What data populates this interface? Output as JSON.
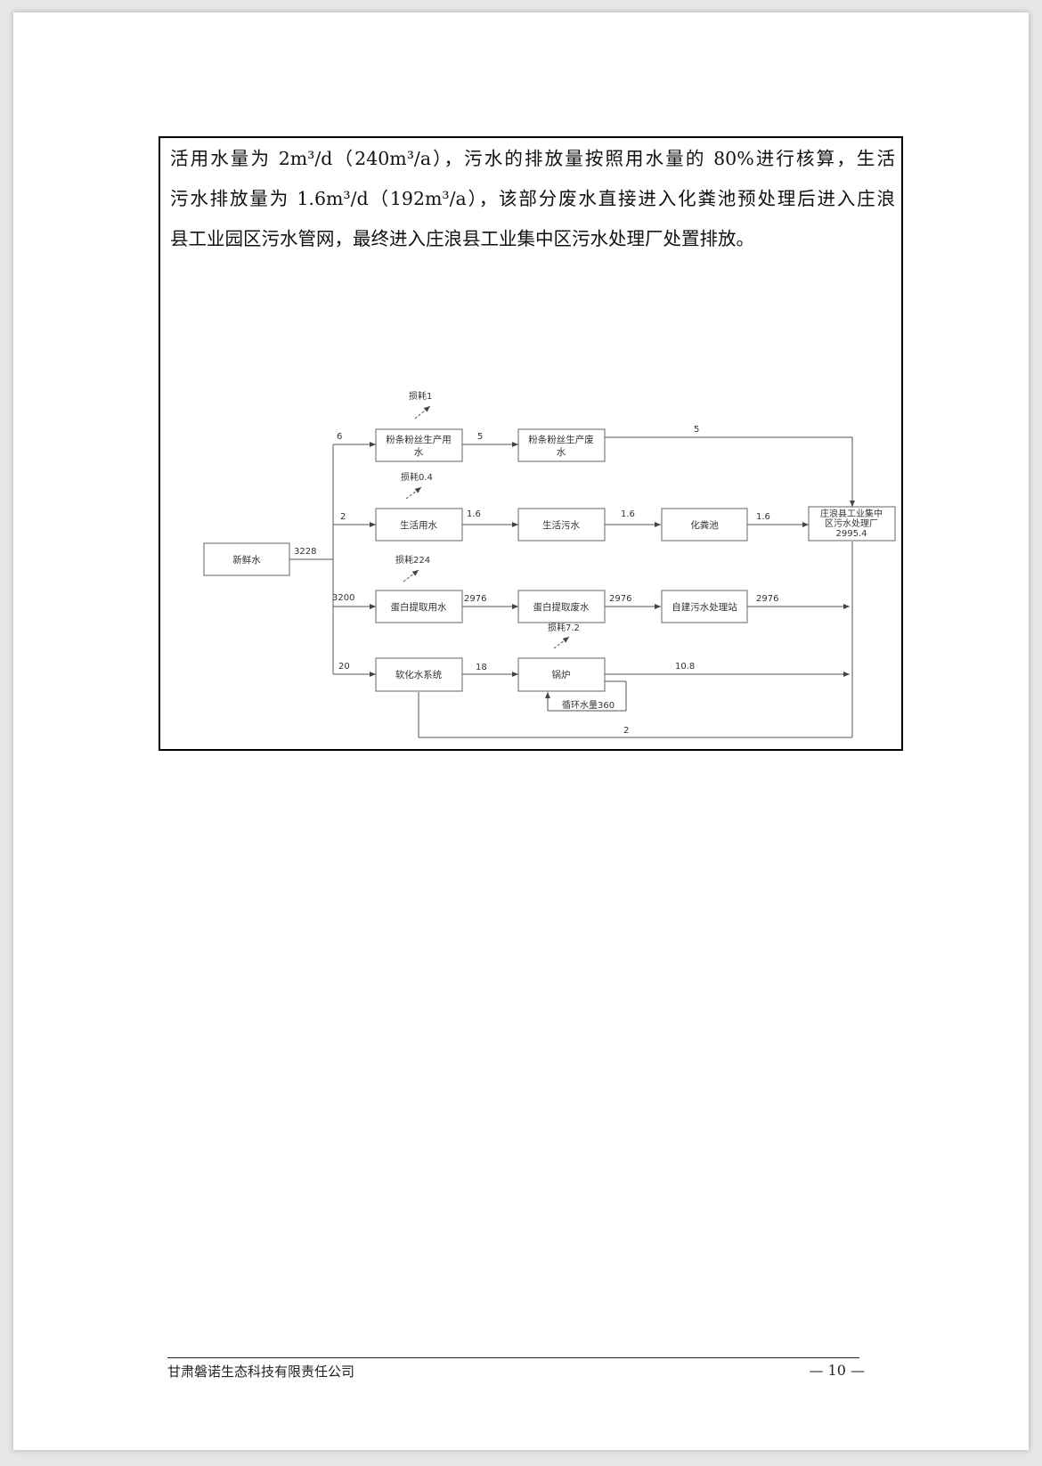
{
  "paragraph": {
    "line1": "活用水量为 2m³/d（240m³/a），污水的排放量按照用水量的 80%进行核算，生活",
    "line2": "污水排放量为 1.6m³/d（192m³/a），该部分废水直接进入化粪池预处理后进入庄浪",
    "line3": "县工业园区污水管网，最终进入庄浪县工业集中区污水处理厂处置排放。"
  },
  "diagram": {
    "nodes": {
      "fresh_water": "新鲜水",
      "noodle_use": [
        "粉条粉丝生产用",
        "水"
      ],
      "noodle_waste": [
        "粉条粉丝生产废",
        "水"
      ],
      "domestic_use": "生活用水",
      "domestic_sewage": "生活污水",
      "septic_tank": "化粪池",
      "wwtp": [
        "庄浪县工业集中",
        "区污水处理厂",
        "2995.4"
      ],
      "protein_use": "蛋白提取用水",
      "protein_waste": "蛋白提取废水",
      "own_station": "自建污水处理站",
      "softening": "软化水系统",
      "boiler": "锅炉"
    },
    "losses": {
      "noodle": "损耗1",
      "domestic": "损耗0.4",
      "protein": "损耗224",
      "boiler": "损耗7.2"
    },
    "flows": {
      "fresh_total": "3228",
      "to_noodle": "6",
      "to_domestic": "2",
      "to_protein": "3200",
      "to_softening": "20",
      "noodle_waste": "5",
      "noodle_to_plant": "5",
      "domestic_sewage": "1.6",
      "to_septic": "1.6",
      "septic_to_plant": "1.6",
      "protein_waste": "2976",
      "to_station": "2976",
      "station_to_plant": "2976",
      "to_boiler": "18",
      "boiler_to_plant": "10.8",
      "softening_to_plant": "2",
      "recycle": "循环水量360"
    }
  },
  "footer": {
    "company": "甘肃磐诺生态科技有限责任公司",
    "page_number": "— 10 —"
  }
}
